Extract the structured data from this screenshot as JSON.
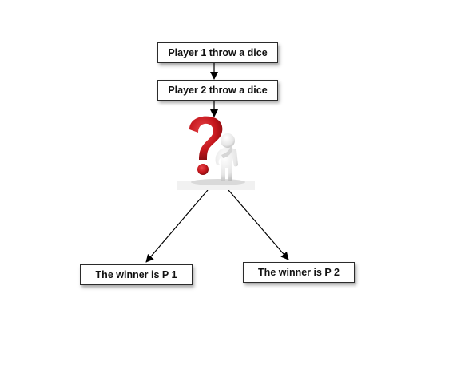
{
  "diagram": {
    "nodes": {
      "player1_throw": "Player 1 throw a dice",
      "player2_throw": "Player 2 throw a dice",
      "winner_p1": "The winner is P 1",
      "winner_p2": "The winner is P 2"
    },
    "edges": [
      {
        "from": "player1_throw",
        "to": "player2_throw"
      },
      {
        "from": "player2_throw",
        "to": "decision"
      },
      {
        "from": "decision",
        "to": "winner_p1"
      },
      {
        "from": "decision",
        "to": "winner_p2"
      }
    ],
    "decision_image": "question-mark-thinking-figure",
    "colors": {
      "question_mark": "#c4161c",
      "figure": "#e8e8e8",
      "border": "#2b2b2b",
      "arrow": "#000000"
    }
  }
}
